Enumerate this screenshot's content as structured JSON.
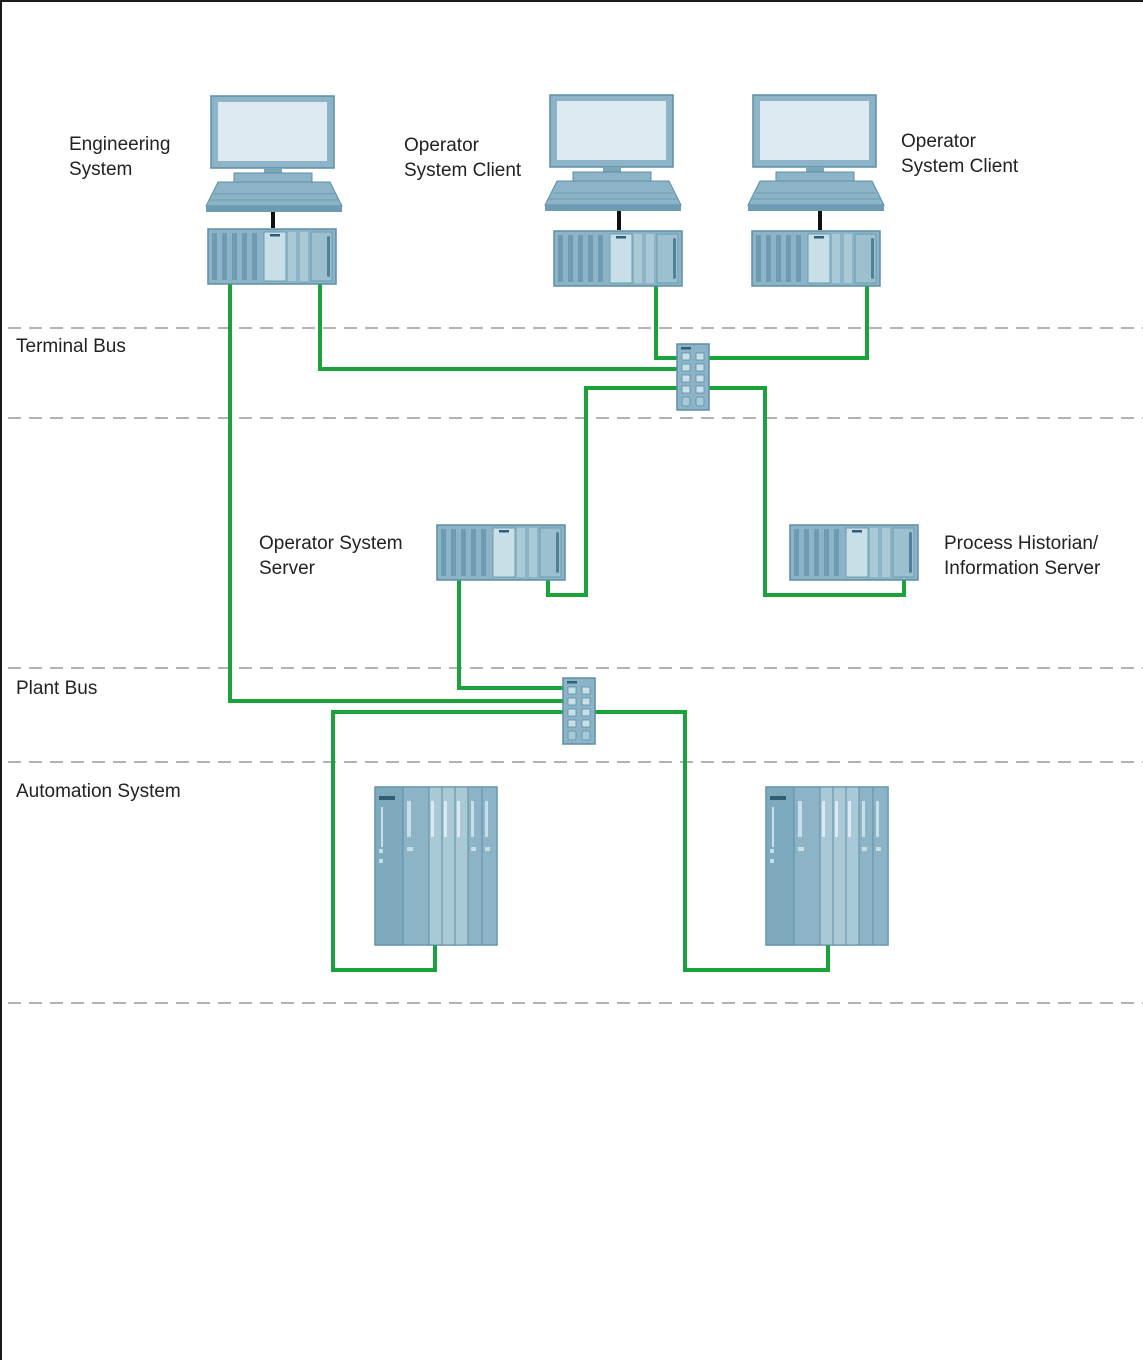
{
  "zones": {
    "terminal_bus": "Terminal Bus",
    "plant_bus": "Plant Bus",
    "automation_system": "Automation System"
  },
  "nodes": {
    "engineering_system": {
      "line1": "Engineering",
      "line2": "System"
    },
    "os_client_1": {
      "line1": "Operator",
      "line2": "System Client"
    },
    "os_client_2": {
      "line1": "Operator",
      "line2": "System Client"
    },
    "os_server": {
      "line1": "Operator System",
      "line2": "Server"
    },
    "historian_server": {
      "line1": "Process Historian/",
      "line2": "Information Server"
    }
  },
  "colors": {
    "network_line": "#1aa33a",
    "device_body": "#8cb4c6",
    "device_dark": "#5b8ea6",
    "device_light": "#c9dfe8",
    "screen": "#dce9f0",
    "zone_divider": "#9a9a9a"
  },
  "icons": {
    "workstation": "workstation-pc-icon",
    "server": "rack-server-icon",
    "switch": "network-switch-icon",
    "controller": "automation-controller-icon"
  }
}
